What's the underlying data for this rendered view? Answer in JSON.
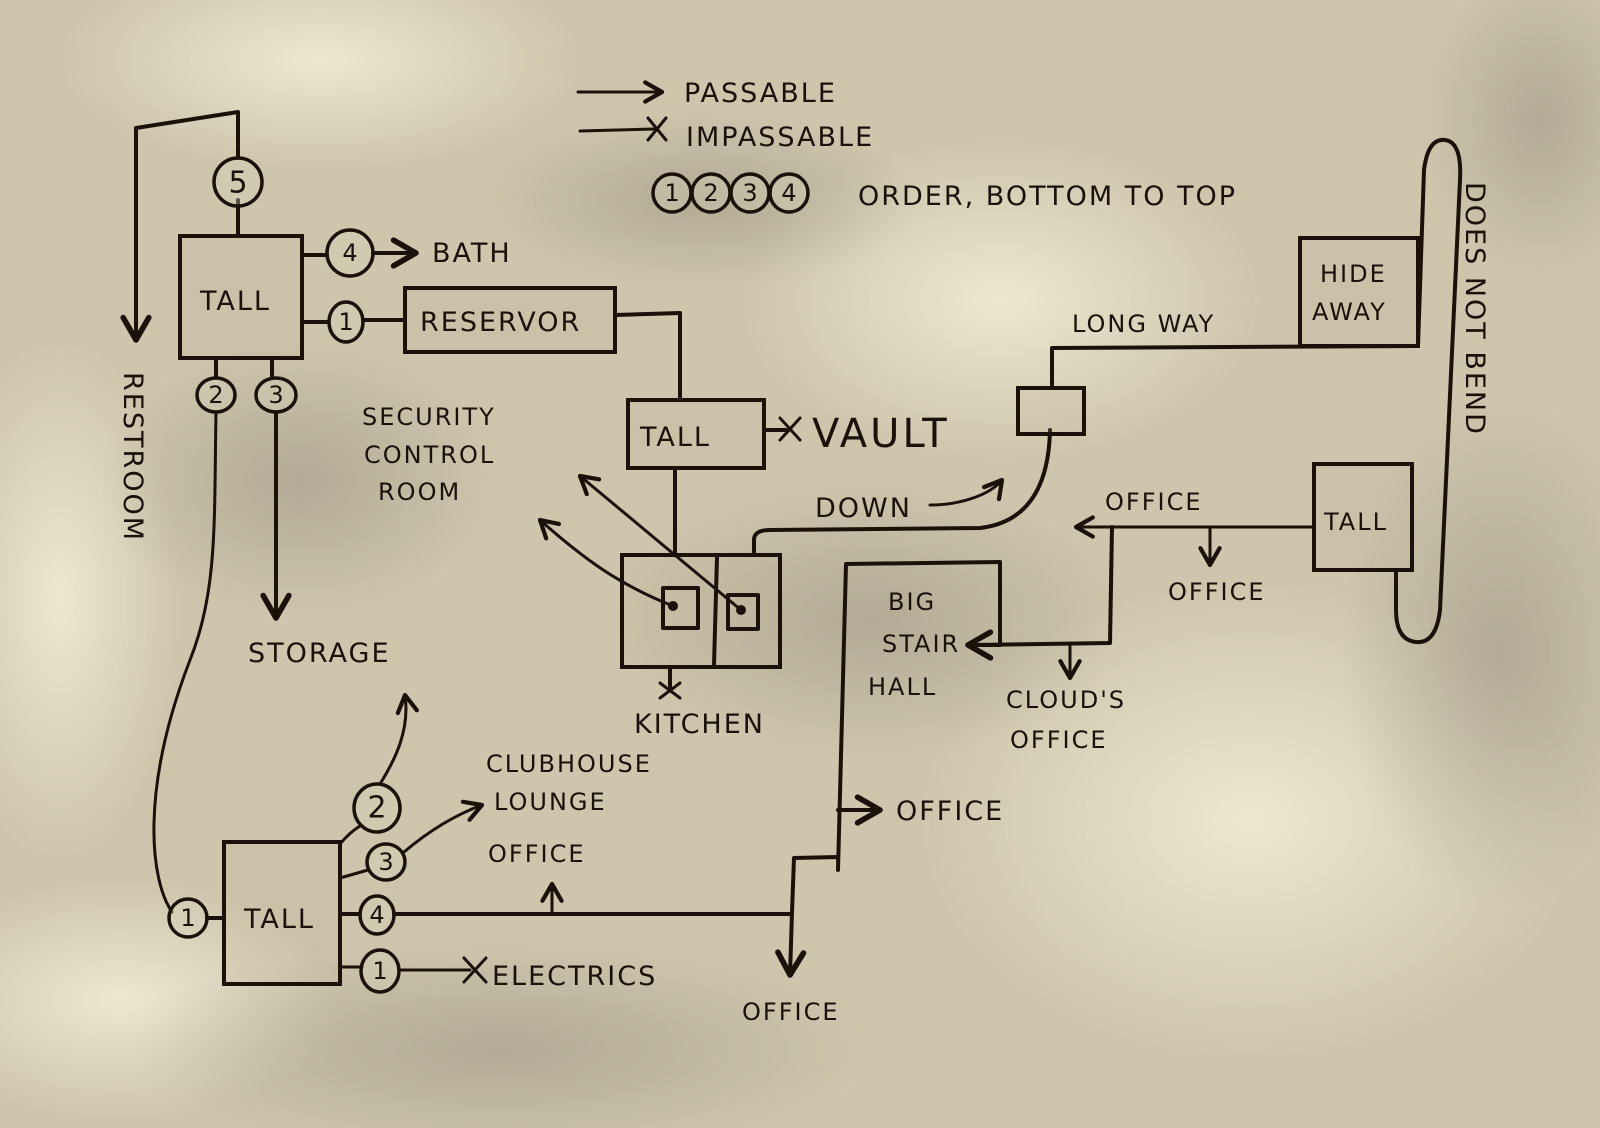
{
  "legend": {
    "passable": "PASSABLE",
    "impassable": "IMPASSABLE",
    "order_numbers": [
      "1",
      "2",
      "3",
      "4"
    ],
    "order_label": "ORDER, BOTTOM TO TOP"
  },
  "colors": {
    "ink": "#1a1208",
    "paper_light": "#e9e3cc",
    "paper_mid": "#cfc8b0",
    "paper_dark": "#a8a08a"
  },
  "nodes": {
    "tall_top_left": "TALL",
    "tall_center": "TALL",
    "tall_right": "TALL",
    "tall_bottom_left": "TALL",
    "reservoir": "RESERVOR",
    "hideaway_line1": "HIDE",
    "hideaway_line2": "AWAY",
    "big_stair_hall": [
      "BIG",
      "STAIR",
      "HALL"
    ]
  },
  "exits_top_left_tall": {
    "five": "5",
    "four": "4",
    "one": "1",
    "two": "2",
    "three": "3"
  },
  "exits_bottom_left_tall": {
    "one_left": "1",
    "two": "2",
    "three": "3",
    "four": "4",
    "one_right": "1"
  },
  "labels": {
    "bath": "BATH",
    "restroom": "RESTROOM",
    "storage": "STORAGE",
    "security_control_room": [
      "SECURITY",
      "CONTROL",
      "ROOM"
    ],
    "vault": "VAULT",
    "kitchen": "KITCHEN",
    "down": "DOWN",
    "long_way": "LONG WAY",
    "does_not_bend": "DOES NOT BEND",
    "office_top_right": "OFFICE",
    "office_below_right": "OFFICE",
    "clouds_office": [
      "CLOUD'S",
      "OFFICE"
    ],
    "clubhouse_lounge": [
      "CLUBHOUSE",
      "LOUNGE"
    ],
    "office_above_corridor": "OFFICE",
    "office_right_of_stair": "OFFICE",
    "office_bottom": "OFFICE",
    "electrics": "ELECTRICS"
  }
}
